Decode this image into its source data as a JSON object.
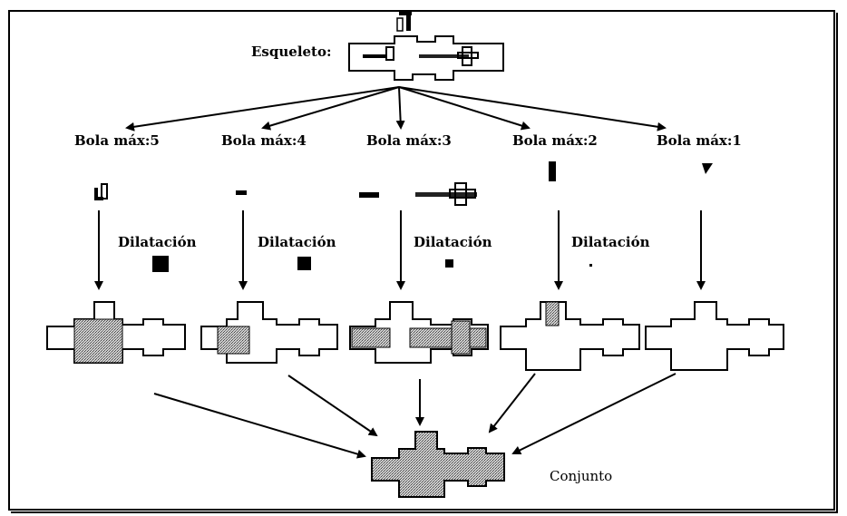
{
  "skeleton_label": "Esqueleto:",
  "balls": [
    {
      "label": "Bola máx:5"
    },
    {
      "label": "Bola máx:4"
    },
    {
      "label": "Bola máx:3"
    },
    {
      "label": "Bola máx:2"
    },
    {
      "label": "Bola máx:1"
    }
  ],
  "dilation_label": "Dilatación",
  "union_label": "Conjunto",
  "colors": {
    "ink": "#000000",
    "fill": "#b8b8b8",
    "background": "#ffffff"
  }
}
